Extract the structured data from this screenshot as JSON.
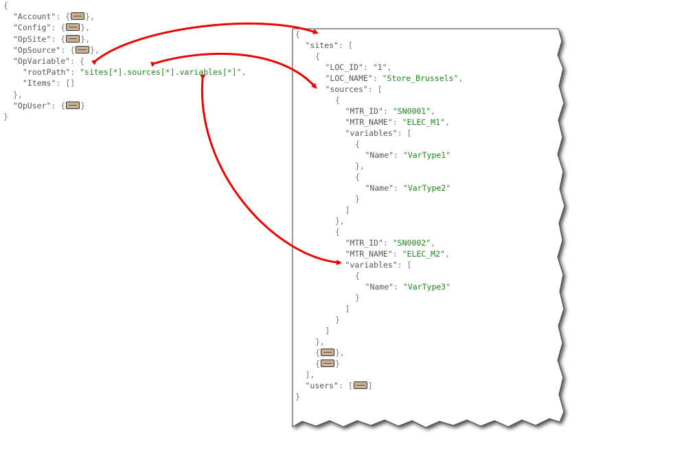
{
  "left_json": [
    {
      "d": 0,
      "p": [
        [
          "punc",
          "{"
        ]
      ]
    },
    {
      "d": 1,
      "p": [
        [
          "key",
          "\"Account\""
        ],
        [
          "punc",
          ": {"
        ],
        [
          "col",
          ""
        ],
        [
          "punc",
          "},"
        ]
      ]
    },
    {
      "d": 1,
      "p": [
        [
          "key",
          "\"Config\""
        ],
        [
          "punc",
          ": {"
        ],
        [
          "col",
          ""
        ],
        [
          "punc",
          "},"
        ]
      ]
    },
    {
      "d": 1,
      "p": [
        [
          "key",
          "\"OpSite\""
        ],
        [
          "punc",
          ": {"
        ],
        [
          "col",
          ""
        ],
        [
          "punc",
          "},"
        ]
      ]
    },
    {
      "d": 1,
      "p": [
        [
          "key",
          "\"OpSource\""
        ],
        [
          "punc",
          ": {"
        ],
        [
          "col",
          ""
        ],
        [
          "punc",
          "},"
        ]
      ]
    },
    {
      "d": 1,
      "p": [
        [
          "key",
          "\"OpVariable\""
        ],
        [
          "punc",
          ": {"
        ]
      ]
    },
    {
      "d": 2,
      "p": [
        [
          "key",
          "\"rootPath\""
        ],
        [
          "punc",
          ": "
        ],
        [
          "str",
          "\"sites[*].sources[*].variables[*]\""
        ],
        [
          "punc",
          ","
        ]
      ]
    },
    {
      "d": 2,
      "p": [
        [
          "key",
          "\"Items\""
        ],
        [
          "punc",
          ": []"
        ]
      ]
    },
    {
      "d": 1,
      "p": [
        [
          "punc",
          "},"
        ]
      ]
    },
    {
      "d": 1,
      "p": [
        [
          "key",
          "\"OpUser\""
        ],
        [
          "punc",
          ": {"
        ],
        [
          "col",
          ""
        ],
        [
          "punc",
          "}"
        ]
      ]
    },
    {
      "d": 0,
      "p": [
        [
          "punc",
          "}"
        ]
      ]
    }
  ],
  "right_json": [
    {
      "d": 0,
      "p": [
        [
          "punc",
          "{"
        ]
      ]
    },
    {
      "d": 1,
      "p": [
        [
          "key",
          "\"sites\""
        ],
        [
          "punc",
          ": ["
        ]
      ]
    },
    {
      "d": 2,
      "p": [
        [
          "punc",
          "{"
        ]
      ]
    },
    {
      "d": 3,
      "p": [
        [
          "key",
          "\"LOC_ID\""
        ],
        [
          "punc",
          ": "
        ],
        [
          "str",
          "\"1\""
        ],
        [
          "punc",
          ","
        ]
      ]
    },
    {
      "d": 3,
      "p": [
        [
          "key",
          "\"LOC_NAME\""
        ],
        [
          "punc",
          ": "
        ],
        [
          "str",
          "\"Store_Brussels\""
        ],
        [
          "punc",
          ","
        ]
      ]
    },
    {
      "d": 3,
      "p": [
        [
          "key",
          "\"sources\""
        ],
        [
          "punc",
          ": ["
        ]
      ]
    },
    {
      "d": 4,
      "p": [
        [
          "punc",
          "{"
        ]
      ]
    },
    {
      "d": 5,
      "p": [
        [
          "key",
          "\"MTR_ID\""
        ],
        [
          "punc",
          ": "
        ],
        [
          "str",
          "\"SN0001\""
        ],
        [
          "punc",
          ","
        ]
      ]
    },
    {
      "d": 5,
      "p": [
        [
          "key",
          "\"MTR_NAME\""
        ],
        [
          "punc",
          ": "
        ],
        [
          "str",
          "\"ELEC_M1\""
        ],
        [
          "punc",
          ","
        ]
      ]
    },
    {
      "d": 5,
      "p": [
        [
          "key",
          "\"variables\""
        ],
        [
          "punc",
          ": ["
        ]
      ]
    },
    {
      "d": 6,
      "p": [
        [
          "punc",
          "{"
        ]
      ]
    },
    {
      "d": 7,
      "p": [
        [
          "key",
          "\"Name\""
        ],
        [
          "punc",
          ": "
        ],
        [
          "str",
          "\"VarType1\""
        ]
      ]
    },
    {
      "d": 6,
      "p": [
        [
          "punc",
          "},"
        ]
      ]
    },
    {
      "d": 6,
      "p": [
        [
          "punc",
          "{"
        ]
      ]
    },
    {
      "d": 7,
      "p": [
        [
          "key",
          "\"Name\""
        ],
        [
          "punc",
          ": "
        ],
        [
          "str",
          "\"VarType2\""
        ]
      ]
    },
    {
      "d": 6,
      "p": [
        [
          "punc",
          "}"
        ]
      ]
    },
    {
      "d": 5,
      "p": [
        [
          "punc",
          "]"
        ]
      ]
    },
    {
      "d": 4,
      "p": [
        [
          "punc",
          "},"
        ]
      ]
    },
    {
      "d": 4,
      "p": [
        [
          "punc",
          "{"
        ]
      ]
    },
    {
      "d": 5,
      "p": [
        [
          "key",
          "\"MTR_ID\""
        ],
        [
          "punc",
          ": "
        ],
        [
          "str",
          "\"SN0002\""
        ],
        [
          "punc",
          ","
        ]
      ]
    },
    {
      "d": 5,
      "p": [
        [
          "key",
          "\"MTR_NAME\""
        ],
        [
          "punc",
          ": "
        ],
        [
          "str",
          "\"ELEC_M2\""
        ],
        [
          "punc",
          ","
        ]
      ]
    },
    {
      "d": 5,
      "p": [
        [
          "key",
          "\"variables\""
        ],
        [
          "punc",
          ": ["
        ]
      ]
    },
    {
      "d": 6,
      "p": [
        [
          "punc",
          "{"
        ]
      ]
    },
    {
      "d": 7,
      "p": [
        [
          "key",
          "\"Name\""
        ],
        [
          "punc",
          ": "
        ],
        [
          "str",
          "\"VarType3\""
        ]
      ]
    },
    {
      "d": 6,
      "p": [
        [
          "punc",
          "}"
        ]
      ]
    },
    {
      "d": 5,
      "p": [
        [
          "punc",
          "]"
        ]
      ]
    },
    {
      "d": 4,
      "p": [
        [
          "punc",
          "}"
        ]
      ]
    },
    {
      "d": 3,
      "p": [
        [
          "punc",
          "]"
        ]
      ]
    },
    {
      "d": 2,
      "p": [
        [
          "punc",
          "},"
        ]
      ]
    },
    {
      "d": 2,
      "p": [
        [
          "punc",
          "{"
        ],
        [
          "col",
          ""
        ],
        [
          "punc",
          "},"
        ]
      ]
    },
    {
      "d": 2,
      "p": [
        [
          "punc",
          "{"
        ],
        [
          "col",
          ""
        ],
        [
          "punc",
          "}"
        ]
      ]
    },
    {
      "d": 1,
      "p": [
        [
          "punc",
          "],"
        ]
      ]
    },
    {
      "d": 1,
      "p": [
        [
          "key",
          "\"users\""
        ],
        [
          "punc",
          ": ["
        ],
        [
          "col",
          ""
        ],
        [
          "punc",
          "]"
        ]
      ]
    },
    {
      "d": 0,
      "p": [
        [
          "punc",
          "}"
        ]
      ]
    }
  ],
  "colors": {
    "arrow": "#ee0000",
    "string": "#1a8a1a"
  }
}
